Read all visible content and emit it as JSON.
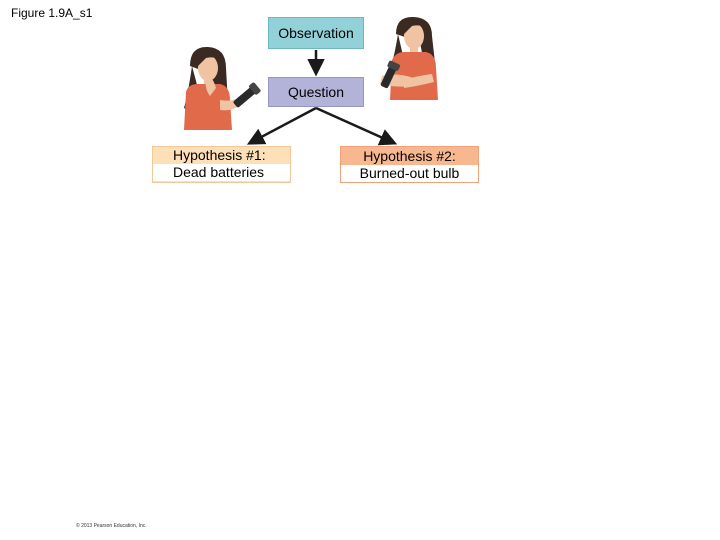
{
  "figure_label": "Figure 1.9A_s1",
  "observation": "Observation",
  "question": "Question",
  "hypothesis1": {
    "title": "Hypothesis #1:",
    "text": "Dead batteries"
  },
  "hypothesis2": {
    "title": "Hypothesis #2:",
    "text": "Burned-out bulb"
  },
  "copyright": "© 2013 Pearson Education, Inc.",
  "colors": {
    "observation_fill": "#93d1d8",
    "question_fill": "#b3b3d9",
    "hypothesis1_fill": "#fde0b8",
    "hypothesis2_fill": "#f8b88f",
    "arrow": "#1a1a1a",
    "skin": "#f0c4a3",
    "hair": "#3a2a22",
    "shirt": "#e06a4a",
    "flashlight": "#2a2a2a"
  },
  "illustrations": [
    "thinking-woman-with-flashlight-icon",
    "woman-examining-flashlight-icon"
  ]
}
